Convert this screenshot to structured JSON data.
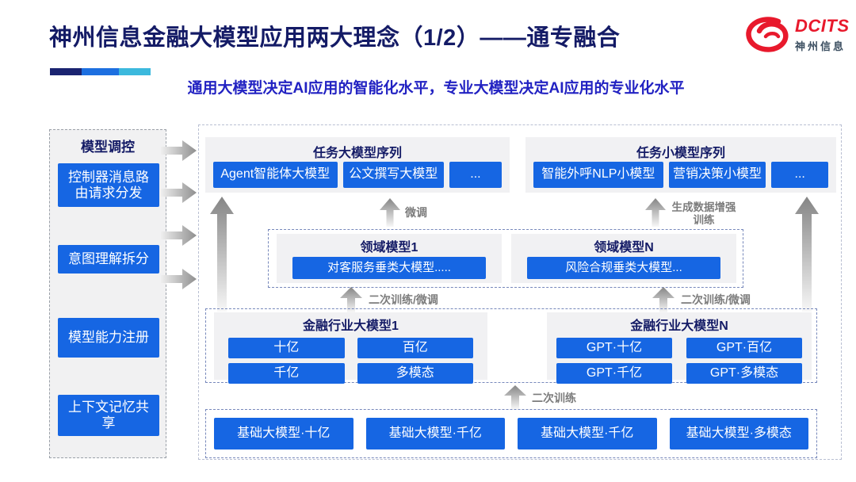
{
  "header": {
    "title": "神州信息金融大模型应用两大理念（1/2）——通专融合",
    "subtitle": "通用大模型决定AI应用的智能化水平，专业大模型决定AI应用的专业化水平",
    "logo": {
      "brand": "DCITS",
      "brand_cn": "神州信息"
    }
  },
  "colors": {
    "accent_blue": "#1666e3",
    "title_navy": "#141b66",
    "subtitle_blue": "#2222c2",
    "logo_red": "#e8192c",
    "label_gray": "#7c7c7c",
    "bar_navy": "#1a2370",
    "bar_blue": "#1d6fe0",
    "bar_cyan": "#3cb9dd"
  },
  "sidebar": {
    "title": "模型调控",
    "items": [
      "控制器消息路由请求分发",
      "意图理解拆分",
      "模型能力注册",
      "上下文记忆共享"
    ]
  },
  "main": {
    "task_large": {
      "title": "任务大模型序列",
      "items": [
        "Agent智能体大模型",
        "公文撰写大模型",
        "..."
      ]
    },
    "task_small": {
      "title": "任务小模型序列",
      "items": [
        "智能外呼NLP小模型",
        "营销决策小模型",
        "..."
      ]
    },
    "domain1": {
      "title": "领域模型1",
      "model": "对客服务垂类大模型....."
    },
    "domainN": {
      "title": "领域模型N",
      "model": "风险合规垂类大模型..."
    },
    "industry1": {
      "title": "金融行业大模型1",
      "items": [
        "十亿",
        "百亿",
        "千亿",
        "多模态"
      ]
    },
    "industryN": {
      "title": "金融行业大模型N",
      "items": [
        "GPT·十亿",
        "GPT·百亿",
        "GPT·千亿",
        "GPT·多模态"
      ]
    },
    "base": {
      "items": [
        "基础大模型·十亿",
        "基础大模型·千亿",
        "基础大模型·千亿",
        "基础大模型·多模态"
      ]
    },
    "labels": {
      "finetune": "微调",
      "augment": "生成数据增强训练",
      "retrain_finetune": "二次训练/微调",
      "retrain": "二次训练"
    }
  }
}
